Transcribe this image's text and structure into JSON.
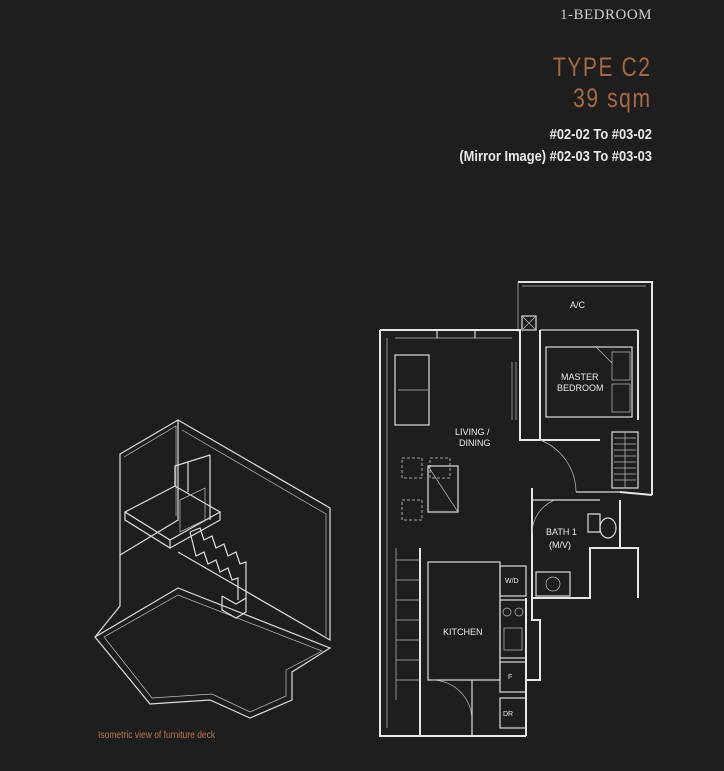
{
  "header": {
    "category": "1-BEDROOM",
    "type_title": "TYPE C2",
    "type_area": "39 sqm",
    "units_line_1": "#02-02 To #03-02",
    "units_line_2": "(Mirror Image) #02-03 To #03-03"
  },
  "floorplan": {
    "rooms": {
      "ac": "A/C",
      "master_bedroom_line1": "MASTER",
      "master_bedroom_line2": "BEDROOM",
      "living_line1": "LIVING /",
      "living_line2": "DINING",
      "bath_line1": "BATH 1",
      "bath_line2": "(M/V)",
      "kitchen": "KITCHEN",
      "wd": "W/D",
      "dr": "DR",
      "fridge": "F"
    }
  },
  "isometric": {
    "caption": "Isometric view of furniture deck"
  }
}
